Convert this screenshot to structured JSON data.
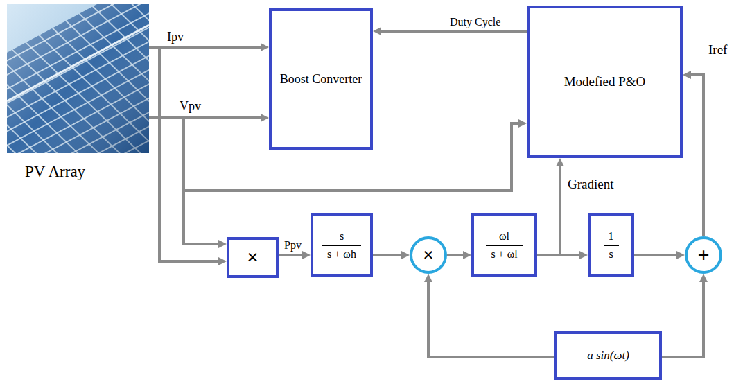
{
  "diagram": {
    "nodes": [
      {
        "text": [
          "PV Array"
        ]
      },
      {
        "text": [
          "Boost Converter"
        ]
      },
      {
        "text": [
          "Modefied P&O"
        ]
      },
      {
        "text": [
          "×"
        ]
      },
      {
        "text": [
          "s",
          "s + ωh"
        ]
      },
      {
        "text": [
          "×"
        ]
      },
      {
        "text": [
          "ωl",
          "s + ωl"
        ]
      },
      {
        "text": [
          "1",
          "s"
        ]
      },
      {
        "text": [
          "+"
        ]
      },
      {
        "text": [
          "a sin(ωt)"
        ]
      }
    ],
    "edges": [
      {
        "from": 0,
        "to": 1,
        "arrow": "to",
        "label": "Ipv"
      },
      {
        "from": 0,
        "to": 1,
        "arrow": "to",
        "label": "Vpv"
      },
      {
        "from": 2,
        "to": 1,
        "arrow": "to",
        "label": "Duty Cycle"
      },
      {
        "from": 0,
        "to": 2,
        "arrow": "to"
      },
      {
        "from": 0,
        "to": 3,
        "arrow": "to"
      },
      {
        "from": 0,
        "to": 3,
        "arrow": "to"
      },
      {
        "from": 3,
        "to": 4,
        "arrow": "to",
        "label": "Ppv"
      },
      {
        "from": 4,
        "to": 5,
        "arrow": "to"
      },
      {
        "from": 5,
        "to": 6,
        "arrow": "to"
      },
      {
        "from": 6,
        "to": 7,
        "arrow": "to"
      },
      {
        "from": 6,
        "to": 2,
        "arrow": "to",
        "label": "Gradient"
      },
      {
        "from": 7,
        "to": 8,
        "arrow": "to"
      },
      {
        "from": 8,
        "to": 2,
        "arrow": "to",
        "label": "Iref"
      },
      {
        "from": 9,
        "to": 5,
        "arrow": "to"
      },
      {
        "from": 9,
        "to": 8,
        "arrow": "to"
      }
    ]
  }
}
